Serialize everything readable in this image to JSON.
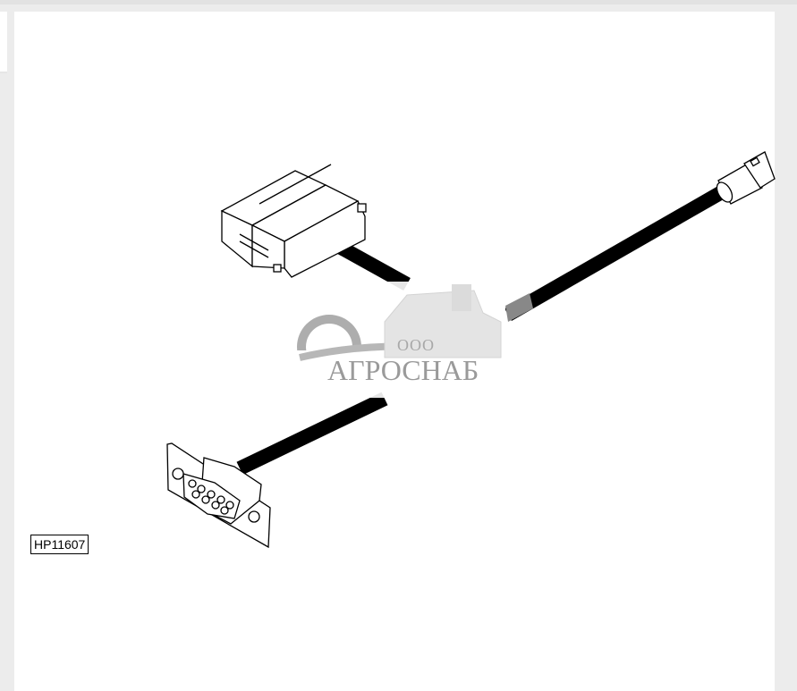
{
  "figure": {
    "part_label": "HP11607",
    "watermark": {
      "prefix": "ООО",
      "name": "АГРОСНАБ"
    }
  },
  "colors": {
    "background": "#ececec",
    "panel": "#ffffff",
    "line": "#000000",
    "watermark": "#9a9a9a"
  }
}
